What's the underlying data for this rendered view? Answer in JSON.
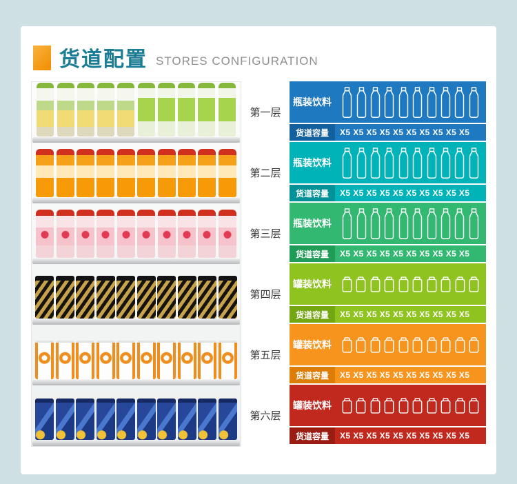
{
  "header": {
    "title": "货道配置",
    "subtitle": "STORES CONFIGURATION",
    "accent_color": "#f18d00",
    "title_color": "#1a7d95"
  },
  "rows": [
    {
      "floor": "第一层",
      "type_label": "瓶装饮料",
      "capacity_label": "货道容量",
      "capacity_values": "X5 X5 X5 X5 X5 X5 X5 X5 X5 X5",
      "color": "#1f79c0",
      "label_color": "#13609e",
      "icon": "bottle",
      "slots": 10
    },
    {
      "floor": "第二层",
      "type_label": "瓶装饮料",
      "capacity_label": "货道容量",
      "capacity_values": "X5 X5 X5 X5 X5 X5 X5 X5 X5 X5",
      "color": "#00b3b8",
      "label_color": "#009298",
      "icon": "bottle",
      "slots": 10
    },
    {
      "floor": "第三层",
      "type_label": "瓶装饮料",
      "capacity_label": "货道容量",
      "capacity_values": "X5 X5 X5 X5 X5 X5 X5 X5 X5 X5",
      "color": "#33b871",
      "label_color": "#1f9c57",
      "icon": "bottle",
      "slots": 10
    },
    {
      "floor": "第四层",
      "type_label": "罐装饮料",
      "capacity_label": "货道容量",
      "capacity_values": "X5 X5 X5 X5 X5 X5 X5 X5 X5 X5",
      "color": "#8fc31f",
      "label_color": "#73a610",
      "icon": "can",
      "slots": 10
    },
    {
      "floor": "第五层",
      "type_label": "罐装饮料",
      "capacity_label": "货道容量",
      "capacity_values": "X5 X5 X5 X5 X5 X5 X5 X5 X5 X5",
      "color": "#f7941e",
      "label_color": "#dd7d05",
      "icon": "can",
      "slots": 10
    },
    {
      "floor": "第六层",
      "type_label": "罐装饮料",
      "capacity_label": "货道容量",
      "capacity_values": "X5 X5 X5 X5 X5 X5 X5 X5 X5 X5",
      "color": "#c1281e",
      "label_color": "#9a1c12",
      "icon": "can",
      "slots": 10
    }
  ],
  "shelves": [
    {
      "items": [
        "bottle-pineapple",
        "bottle-pineapple",
        "bottle-pineapple",
        "bottle-pineapple",
        "bottle-pineapple",
        "bottle-lime",
        "bottle-lime",
        "bottle-lime",
        "bottle-lime",
        "bottle-lime"
      ]
    },
    {
      "items": [
        "bottle-orange",
        "bottle-orange",
        "bottle-orange",
        "bottle-orange",
        "bottle-orange",
        "bottle-orange",
        "bottle-orange",
        "bottle-orange",
        "bottle-orange",
        "bottle-orange"
      ]
    },
    {
      "items": [
        "bottle-strawberry",
        "bottle-strawberry",
        "bottle-strawberry",
        "bottle-strawberry",
        "bottle-strawberry",
        "bottle-strawberry",
        "bottle-strawberry",
        "bottle-strawberry",
        "bottle-strawberry",
        "bottle-strawberry"
      ]
    },
    {
      "items": [
        "can-blackgold",
        "can-blackgold",
        "can-blackgold",
        "can-blackgold",
        "can-blackgold",
        "can-blackgold",
        "can-blackgold",
        "can-blackgold",
        "can-blackgold",
        "can-blackgold"
      ]
    },
    {
      "items": [
        "can-whiteorange",
        "can-whiteorange",
        "can-whiteorange",
        "can-whiteorange",
        "can-whiteorange",
        "can-whiteorange",
        "can-whiteorange",
        "can-whiteorange",
        "can-whiteorange",
        "can-whiteorange"
      ]
    },
    {
      "items": [
        "can-blue",
        "can-blue",
        "can-blue",
        "can-blue",
        "can-blue",
        "can-blue",
        "can-blue",
        "can-blue",
        "can-blue",
        "can-blue"
      ]
    }
  ]
}
